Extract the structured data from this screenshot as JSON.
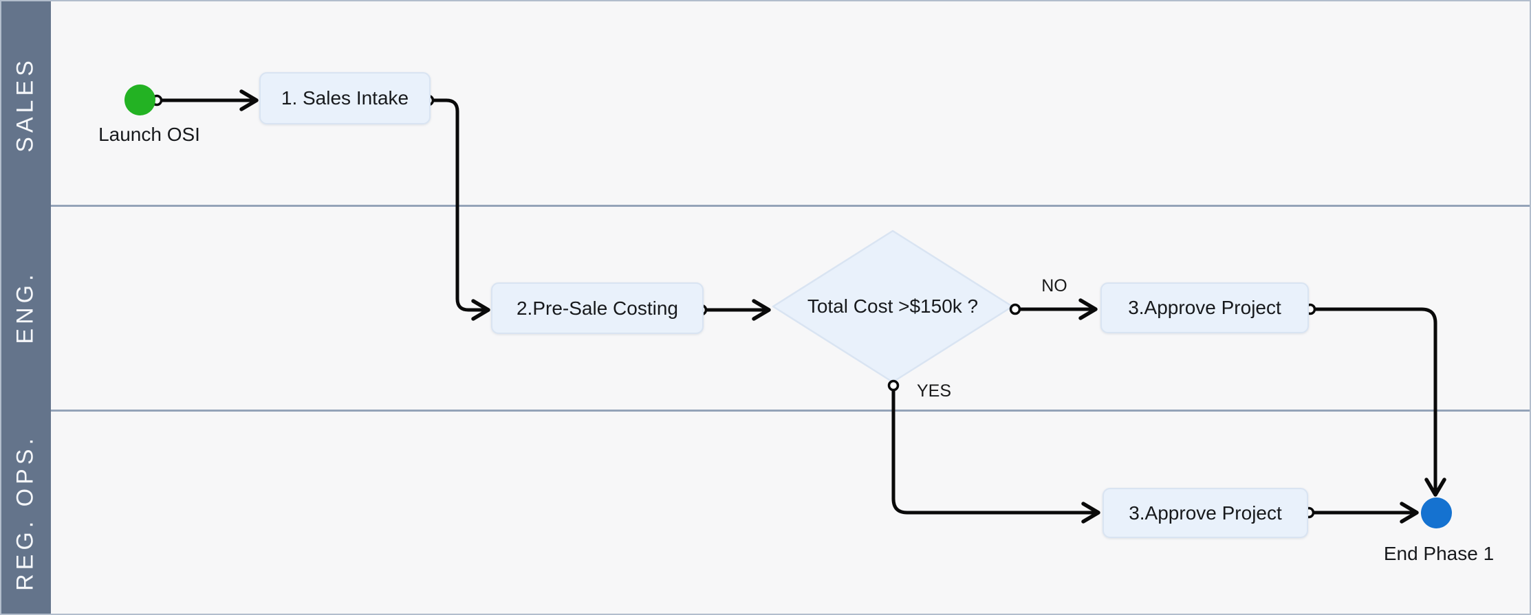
{
  "diagram": {
    "title_hint": "swimlane-flowchart",
    "lanes": [
      {
        "label": "SALES"
      },
      {
        "label": "ENG."
      },
      {
        "label": "REG.  OPS."
      }
    ],
    "nodes": {
      "start": {
        "type": "start-event",
        "label": "Launch OSI"
      },
      "sales_intake": {
        "type": "task",
        "label": "1. Sales Intake"
      },
      "presale_costing": {
        "type": "task",
        "label": "2.Pre-Sale Costing"
      },
      "decision": {
        "type": "decision",
        "label": "Total Cost >$150k ?"
      },
      "approve_eng": {
        "type": "task",
        "label": "3.Approve Project"
      },
      "approve_regops": {
        "type": "task",
        "label": "3.Approve Project"
      },
      "end": {
        "type": "end-event",
        "label": "End Phase 1"
      }
    },
    "edge_labels": {
      "no": "NO",
      "yes": "YES"
    },
    "colors": {
      "start_node": "#23b223",
      "end_node": "#1572d0",
      "task_fill": "#e9f1fb",
      "task_border": "#d9e4f2",
      "lane_bar": "#64748b",
      "lane_divider": "#94a3b8",
      "edge": "#0a0a0a",
      "canvas_background": "#f7f7f8",
      "canvas_border": "#b2bdcc",
      "lane_label_text": "#f5f7fa"
    }
  }
}
